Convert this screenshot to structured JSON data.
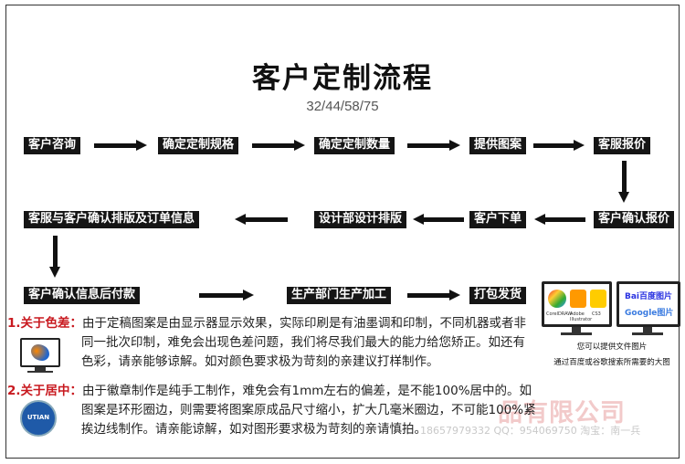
{
  "title": "客户定制流程",
  "subtitle": "32/44/58/75",
  "steps": {
    "s1": "客户咨询",
    "s2": "确定定制规格",
    "s3": "确定定制数量",
    "s4": "提供图案",
    "s5": "客服报价",
    "s6": "客户确认报价",
    "s7": "客户下单",
    "s8": "设计部设计排版",
    "s9": "客服与客户确认排版及订单信息",
    "s10": "客户确认信息后付款",
    "s11": "生产部门生产加工",
    "s12": "打包发货"
  },
  "notes": {
    "color": {
      "lead": "1.关于色差：",
      "l1": "由于定稿图案是由显示器显示效果，实际印刷是有油墨调和印制，不同机器或者非",
      "l2": "同一批次印制，难免会出现色差问题，我们将尽我们最大的能力给您矫正。如还有",
      "l3": "色彩，请亲能够谅解。如对颜色要求极为苛刻的亲建议打样制作。"
    },
    "center": {
      "lead": "2.关于居中：",
      "l1": "由于徽章制作是纯手工制作，难免会有1mm左右的偏差，是不能100%居中的。如",
      "l2": "图案是环形圈边，则需要将图案原成品尺寸缩小，扩大几毫米圈边，不可能100%紧",
      "l3": "挨边线制作。请亲能谅解，如对图形要求极为苛刻的亲请慎拍。"
    }
  },
  "monitors": {
    "left_apps": [
      "CorelDRAW",
      "Adobe Illustrator",
      "CS3"
    ],
    "right_logo": "Bai百度图片",
    "right_logo2": "Google图片",
    "caption1": "您可以提供文件图片",
    "caption2": "通过百度或谷歌搜索所需要的大图"
  },
  "badge_logo": "UTIAN",
  "watermark": "品有限公司",
  "contact": "18657979332   QQ：954069750   淘宝：南一兵",
  "colors": {
    "accent": "#c8191f",
    "step_bg": "#151515"
  }
}
